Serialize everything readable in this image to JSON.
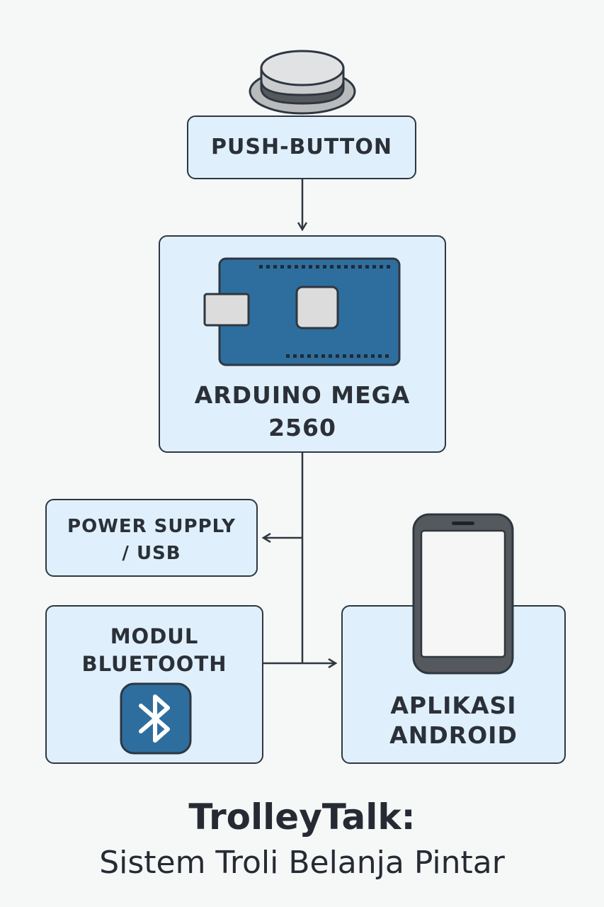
{
  "nodes": {
    "push_button": {
      "label": "PUSH-BUTTON"
    },
    "arduino": {
      "label_line1": "ARDUINO MEGA",
      "label_line2": "2560"
    },
    "power_supply": {
      "label_line1": "POWER SUPPLY",
      "label_line2": "/ USB"
    },
    "bluetooth": {
      "label_line1": "MODUL",
      "label_line2": "BLUETOOTH"
    },
    "android": {
      "label_line1": "APLIKASI",
      "label_line2": "ANDROID"
    }
  },
  "edges": [
    {
      "from": "push_button",
      "to": "arduino"
    },
    {
      "from": "arduino",
      "to": "power_supply"
    },
    {
      "from": "arduino",
      "to": "android"
    },
    {
      "from": "bluetooth",
      "to": "android"
    }
  ],
  "icons": [
    "push-button-icon",
    "arduino-board-icon",
    "bluetooth-icon",
    "smartphone-icon"
  ],
  "colors": {
    "box_fill": "#dff0fc",
    "stroke": "#2e3740",
    "board_blue": "#2e6e9e",
    "text": "#2b3038"
  },
  "title": "TrolleyTalk:",
  "subtitle": "Sistem Troli Belanja Pintar"
}
